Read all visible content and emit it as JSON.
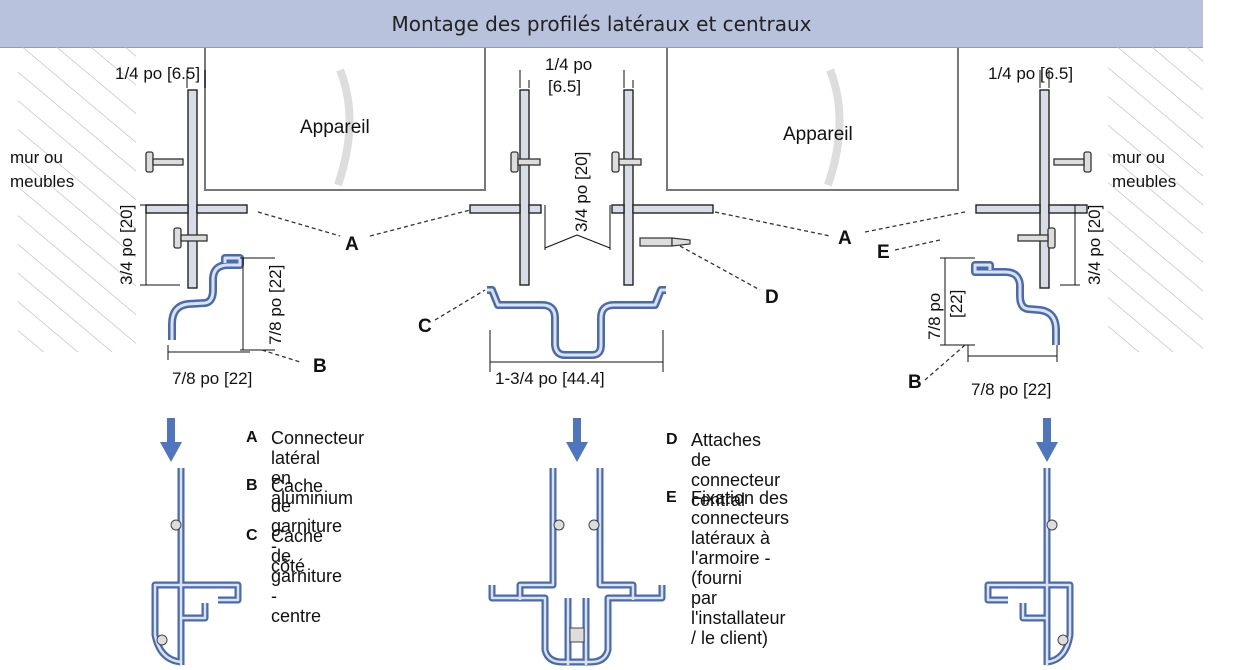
{
  "title": "Montage des profilés latéraux et centraux",
  "labels": {
    "appareil_left": "Appareil",
    "appareil_right": "Appareil",
    "wall_left": "mur ou\nmeubles",
    "wall_right": "mur ou\nmeubles",
    "dim_quarter": "1/4 po [6.5]",
    "dim_quarter_center_1": "1/4 po",
    "dim_quarter_center_2": "[6.5]",
    "dim_three_quarter": "3/4 po [20]",
    "dim_seven_eighth": "7/8 po [22]",
    "dim_seven_eighth_short": "7/8 po",
    "dim_22": "[22]",
    "dim_center_width": "1-3/4 po [44.4]"
  },
  "callouts": {
    "a": "A",
    "b": "B",
    "c": "C",
    "d": "D",
    "e": "E"
  },
  "legend": [
    {
      "letter": "A",
      "text": "Connecteur latéral\nen aluminium"
    },
    {
      "letter": "B",
      "text": "Cache de garniture -\ncôté"
    },
    {
      "letter": "C",
      "text": "Cache de garniture -\ncentre"
    },
    {
      "letter": "D",
      "text": "Attaches de connecteur\ncentral"
    },
    {
      "letter": "E",
      "text": "Fixation des connecteurs\nlatéraux à l'armoire - (fourni\npar l'installateur / le client)"
    }
  ],
  "colors": {
    "banner": "#b8c2dc",
    "profile": "#4a6ab0",
    "arrow": "#4f74c0"
  }
}
